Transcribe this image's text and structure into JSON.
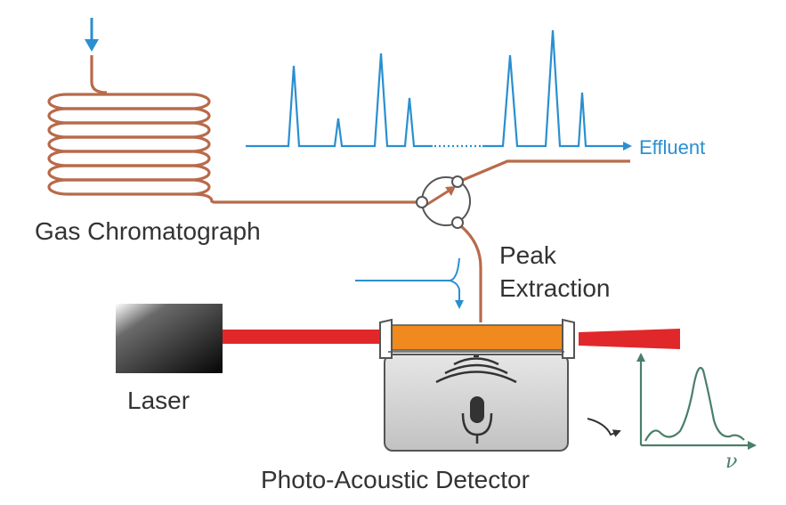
{
  "labels": {
    "gc": "Gas Chromatograph",
    "effluent": "Effluent",
    "peak_line1": "Peak",
    "peak_line2": "Extraction",
    "laser": "Laser",
    "detector": "Photo-Acoustic Detector",
    "nu": "ν"
  },
  "colors": {
    "tube": "#b86a4a",
    "chromatogram": "#2a8fd0",
    "laser_beam": "#e0282b",
    "cell_window": "#f08a1e",
    "spectrum": "#4a7f6a"
  },
  "icons": [
    "inlet-arrow-icon",
    "valve-arrow-icon",
    "microphone-icon",
    "sound-wave-icon",
    "signal-arrow-icon"
  ]
}
